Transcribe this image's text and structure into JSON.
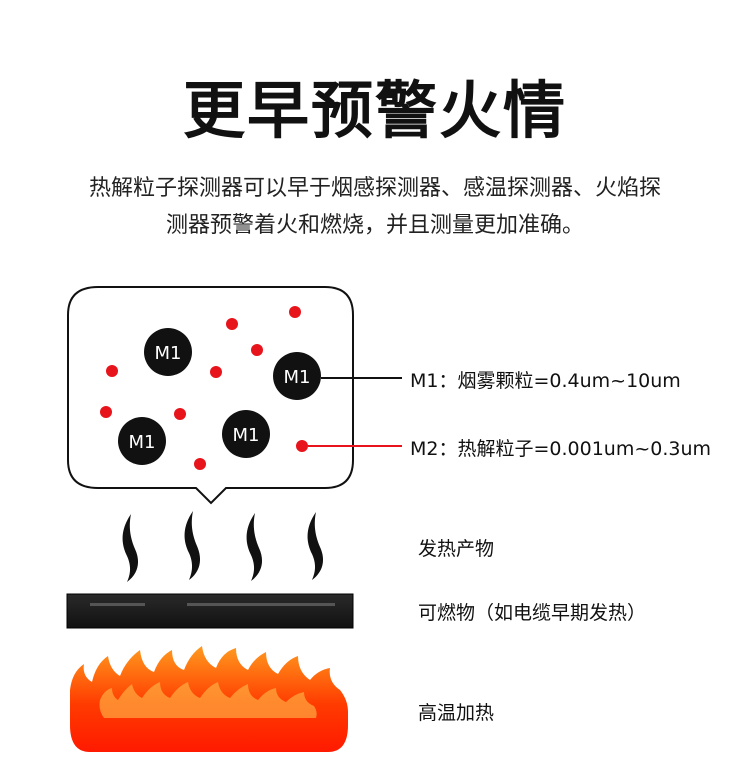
{
  "title": "更早预警火情",
  "description": [
    "热解粒子探测器可以早于烟感探测器、感温探测器、火焰探",
    "测器预警着火和燃烧，并且测量更加准确。"
  ],
  "particle_label": "M1",
  "labels": {
    "m1": "M1：烟雾颗粒=0.4um~10um",
    "m2": "M2：热解粒子=0.001um~0.3um",
    "heat_products": "发热产物",
    "combustible": "可燃物（如电缆早期发热）",
    "heating": "高温加热"
  },
  "colors": {
    "particle_dark": "#111111",
    "particle_red": "#e8141c",
    "flame_outer": "#ff2a00",
    "flame_inner": "#ff9a1f"
  }
}
